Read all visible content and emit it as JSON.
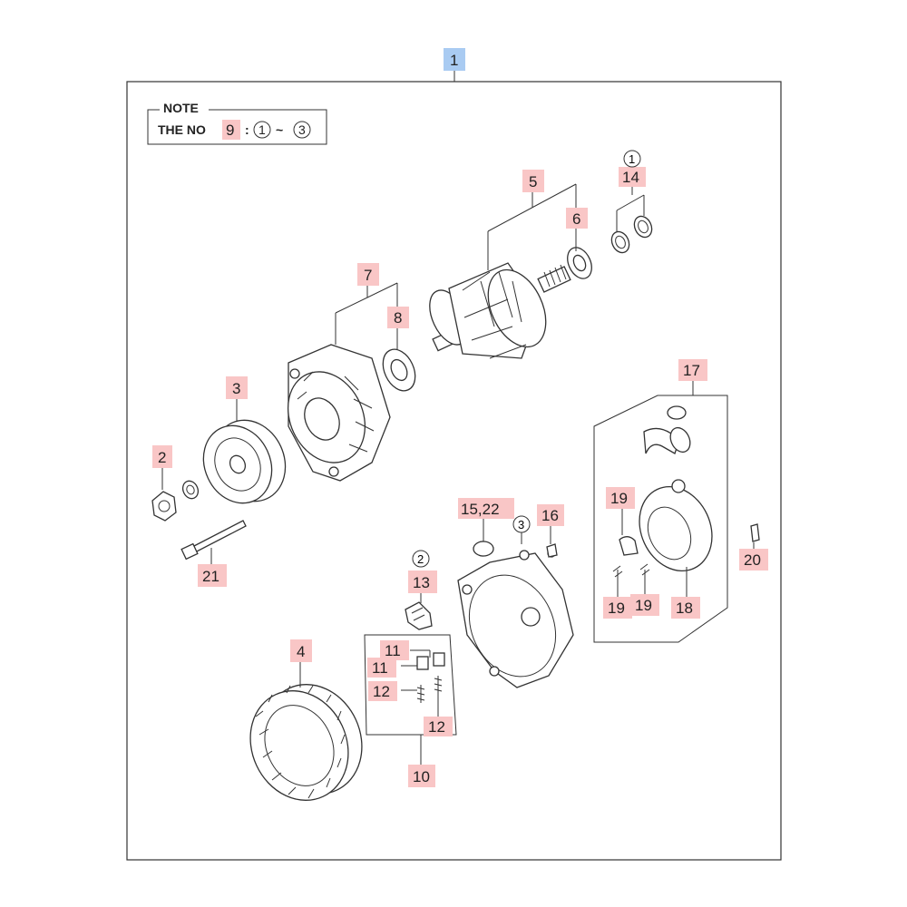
{
  "colors": {
    "callout_bg": "#f9c6c6",
    "callout_active_bg": "#a9cbf2",
    "line": "#333333"
  },
  "note": {
    "title": "NOTE",
    "text": "THE NO",
    "ref": "9",
    "colon": ":",
    "range_from": "1",
    "tilde": "~",
    "range_to": "3"
  },
  "callouts": {
    "c1": "1",
    "c2": "2",
    "c3": "3",
    "c4": "4",
    "c5": "5",
    "c6": "6",
    "c7": "7",
    "c8": "8",
    "c10": "10",
    "c11a": "11",
    "c11b": "11",
    "c12a": "12",
    "c12b": "12",
    "c13": "13",
    "c14": "14",
    "c15_22": "15,22",
    "c16": "16",
    "c17": "17",
    "c18": "18",
    "c19a": "19",
    "c19b": "19",
    "c19c": "19",
    "c20": "20",
    "c21": "21"
  },
  "circled": {
    "k14": "1",
    "k13": "2",
    "kbracket": "3"
  }
}
